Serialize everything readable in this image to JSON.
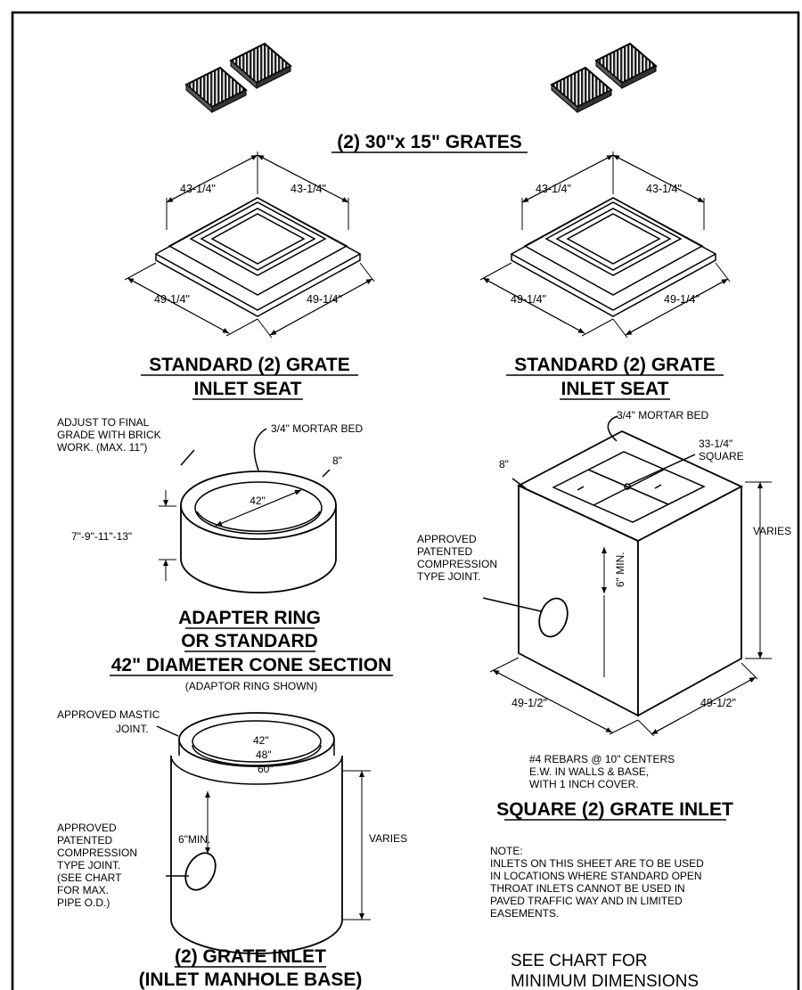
{
  "grates": {
    "title": "(2) 30\"x 15\" GRATES"
  },
  "seat_left": {
    "dim_top_left": "43-1/4\"",
    "dim_top_right": "43-1/4\"",
    "dim_bottom_left": "49-1/4\"",
    "dim_bottom_right": "49-1/4\"",
    "title_line1": "STANDARD (2) GRATE",
    "title_line2": "INLET SEAT"
  },
  "seat_right": {
    "dim_top_left": "43-1/4\"",
    "dim_top_right": "43-1/4\"",
    "dim_bottom_left": "49-1/4\"",
    "dim_bottom_right": "49-1/4\"",
    "title_line1": "STANDARD (2) GRATE",
    "title_line2": "INLET SEAT"
  },
  "adapter_ring": {
    "note_line1": "ADJUST TO FINAL",
    "note_line2": "GRADE WITH BRICK",
    "note_line3": "WORK. (MAX. 11\")",
    "mortar": "3/4\" MORTAR BED",
    "wall": "8\"",
    "diameter": "42\"",
    "heights": "7\"-9\"-11\"-13\"",
    "title_line1": "ADAPTER RING",
    "title_line2": "OR STANDARD",
    "title_line3": "42\" DIAMETER CONE SECTION",
    "subtitle": "(ADAPTOR RING SHOWN)"
  },
  "square_inlet": {
    "mortar": "3/4\" MORTAR BED",
    "square_dim_line1": "33-1/4\"",
    "square_dim_line2": "SQUARE",
    "wall": "8\"",
    "joint_line1": "APPROVED",
    "joint_line2": "PATENTED",
    "joint_line3": "COMPRESSION",
    "joint_line4": "TYPE JOINT.",
    "min": "6\" MIN.",
    "varies": "VARIES",
    "dim_left": "49-1/2\"",
    "dim_right": "49-1/2\"",
    "rebar_line1": "#4 REBARS @ 10\" CENTERS",
    "rebar_line2": "E.W. IN WALLS & BASE,",
    "rebar_line3": "WITH 1 INCH COVER.",
    "title": "SQUARE (2) GRATE INLET"
  },
  "note": {
    "label": "NOTE:",
    "line1": "INLETS ON THIS SHEET ARE TO BE USED",
    "line2": "IN LOCATIONS WHERE STANDARD OPEN",
    "line3": "THROAT INLETS CANNOT BE USED IN",
    "line4": "PAVED TRAFFIC WAY AND IN LIMITED",
    "line5": "EASEMENTS."
  },
  "manhole": {
    "mastic_line1": "APPROVED MASTIC",
    "mastic_line2": "JOINT.",
    "d1": "42\"",
    "d2": "48\"",
    "d3": "60\"",
    "min": "6\"MIN.",
    "varies": "VARIES",
    "joint_line1": "APPROVED",
    "joint_line2": "PATENTED",
    "joint_line3": "COMPRESSION",
    "joint_line4": "TYPE JOINT.",
    "joint_line5": "(SEE CHART",
    "joint_line6": "FOR MAX.",
    "joint_line7": "PIPE O.D.)",
    "title_line1": "(2) GRATE INLET",
    "title_line2": "(INLET MANHOLE BASE)"
  },
  "chart_ref": {
    "line1": "SEE CHART FOR",
    "line2": "MINIMUM DIMENSIONS"
  }
}
